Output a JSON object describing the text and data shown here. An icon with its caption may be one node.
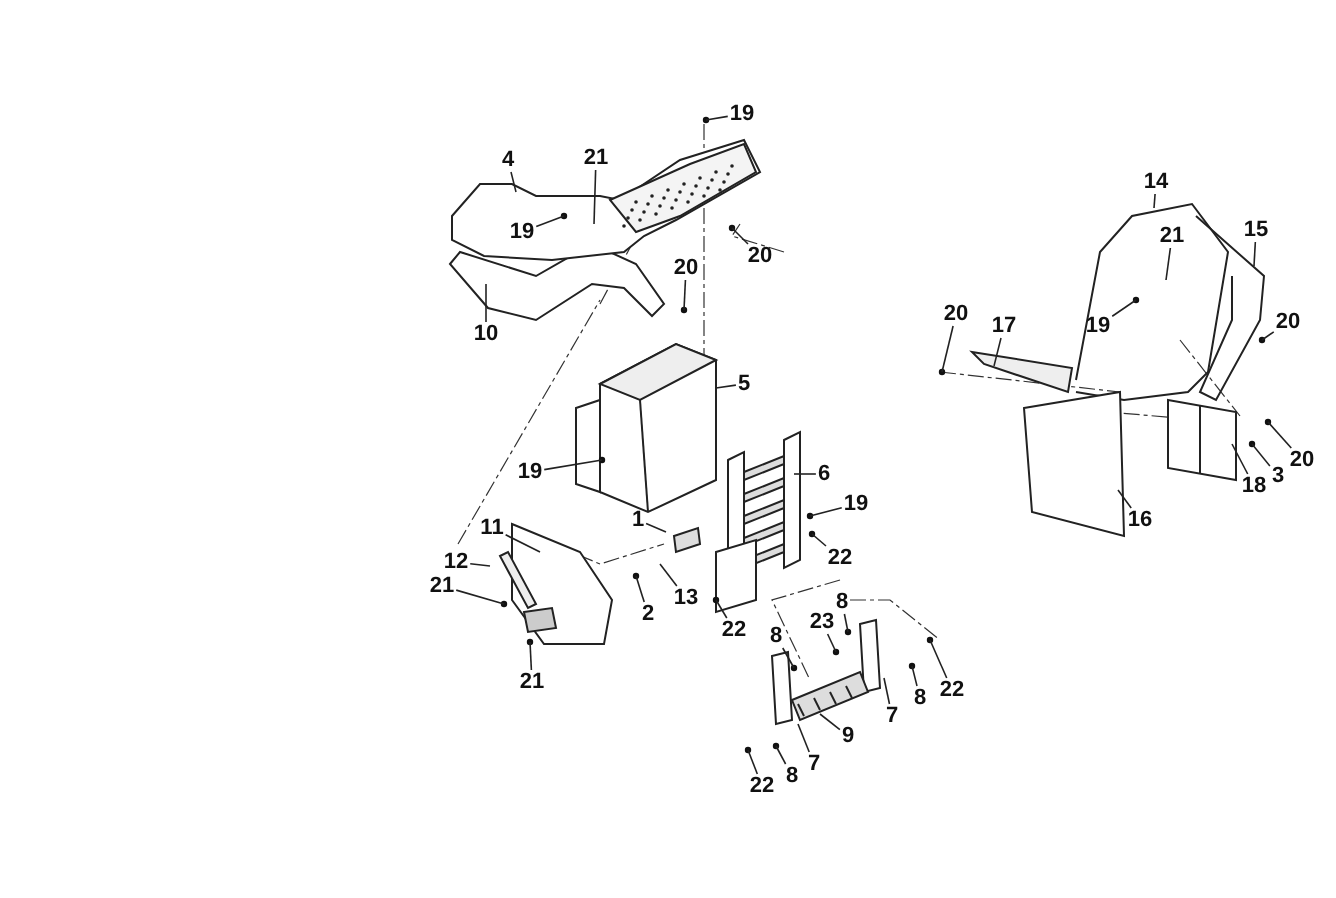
{
  "diagram": {
    "nodes": [
      {
        "text": [
          "19"
        ]
      },
      {
        "text": [
          "4"
        ]
      },
      {
        "text": [
          "21"
        ]
      },
      {
        "text": [
          "14"
        ]
      },
      {
        "text": [
          "15"
        ]
      },
      {
        "text": [
          "19"
        ]
      },
      {
        "text": [
          "21"
        ]
      },
      {
        "text": [
          "20"
        ]
      },
      {
        "text": [
          "20"
        ]
      },
      {
        "text": [
          "20"
        ]
      },
      {
        "text": [
          "19"
        ]
      },
      {
        "text": [
          "20"
        ]
      },
      {
        "text": [
          "17"
        ]
      },
      {
        "text": [
          "10"
        ]
      },
      {
        "text": [
          "5"
        ]
      },
      {
        "text": [
          "20"
        ]
      },
      {
        "text": [
          "19"
        ]
      },
      {
        "text": [
          "6"
        ]
      },
      {
        "text": [
          "3"
        ]
      },
      {
        "text": [
          "18"
        ]
      },
      {
        "text": [
          "19"
        ]
      },
      {
        "text": [
          "1"
        ]
      },
      {
        "text": [
          "16"
        ]
      },
      {
        "text": [
          "11"
        ]
      },
      {
        "text": [
          "22"
        ]
      },
      {
        "text": [
          "12"
        ]
      },
      {
        "text": [
          "21"
        ]
      },
      {
        "text": [
          "13"
        ]
      },
      {
        "text": [
          "8"
        ]
      },
      {
        "text": [
          "2"
        ]
      },
      {
        "text": [
          "23"
        ]
      },
      {
        "text": [
          "22"
        ]
      },
      {
        "text": [
          "8"
        ]
      },
      {
        "text": [
          "21"
        ]
      },
      {
        "text": [
          "22"
        ]
      },
      {
        "text": [
          "8"
        ]
      },
      {
        "text": [
          "7"
        ]
      },
      {
        "text": [
          "9"
        ]
      },
      {
        "text": [
          "7"
        ]
      },
      {
        "text": [
          "8"
        ]
      },
      {
        "text": [
          "22"
        ]
      }
    ],
    "edges": [
      {
        "from": 0,
        "to": null,
        "arrow": "none"
      },
      {
        "from": 1,
        "to": null,
        "arrow": "none"
      },
      {
        "from": 2,
        "to": null,
        "arrow": "none"
      },
      {
        "from": 3,
        "to": null,
        "arrow": "none"
      },
      {
        "from": 4,
        "to": null,
        "arrow": "none"
      },
      {
        "from": 5,
        "to": null,
        "arrow": "none"
      },
      {
        "from": 6,
        "to": null,
        "arrow": "none"
      },
      {
        "from": 7,
        "to": null,
        "arrow": "none"
      },
      {
        "from": 8,
        "to": null,
        "arrow": "none"
      },
      {
        "from": 9,
        "to": null,
        "arrow": "none"
      },
      {
        "from": 10,
        "to": null,
        "arrow": "none"
      },
      {
        "from": 11,
        "to": null,
        "arrow": "none"
      },
      {
        "from": 12,
        "to": null,
        "arrow": "none"
      },
      {
        "from": 13,
        "to": null,
        "arrow": "none"
      },
      {
        "from": 14,
        "to": null,
        "arrow": "none"
      },
      {
        "from": 15,
        "to": null,
        "arrow": "none"
      },
      {
        "from": 16,
        "to": null,
        "arrow": "none"
      },
      {
        "from": 17,
        "to": null,
        "arrow": "none"
      },
      {
        "from": 18,
        "to": null,
        "arrow": "none"
      },
      {
        "from": 19,
        "to": null,
        "arrow": "none"
      },
      {
        "from": 20,
        "to": null,
        "arrow": "none"
      },
      {
        "from": 21,
        "to": null,
        "arrow": "none"
      },
      {
        "from": 22,
        "to": null,
        "arrow": "none"
      },
      {
        "from": 23,
        "to": null,
        "arrow": "none"
      },
      {
        "from": 24,
        "to": null,
        "arrow": "none"
      },
      {
        "from": 25,
        "to": null,
        "arrow": "none"
      },
      {
        "from": 26,
        "to": null,
        "arrow": "none"
      },
      {
        "from": 27,
        "to": null,
        "arrow": "none"
      },
      {
        "from": 28,
        "to": null,
        "arrow": "none"
      },
      {
        "from": 29,
        "to": null,
        "arrow": "none"
      },
      {
        "from": 30,
        "to": null,
        "arrow": "none"
      },
      {
        "from": 31,
        "to": null,
        "arrow": "none"
      },
      {
        "from": 32,
        "to": null,
        "arrow": "none"
      },
      {
        "from": 33,
        "to": null,
        "arrow": "none"
      },
      {
        "from": 34,
        "to": null,
        "arrow": "none"
      },
      {
        "from": 35,
        "to": null,
        "arrow": "none"
      },
      {
        "from": 36,
        "to": null,
        "arrow": "none"
      },
      {
        "from": 37,
        "to": null,
        "arrow": "none"
      },
      {
        "from": 38,
        "to": null,
        "arrow": "none"
      },
      {
        "from": 39,
        "to": null,
        "arrow": "none"
      },
      {
        "from": 40,
        "to": null,
        "arrow": "none"
      }
    ]
  }
}
